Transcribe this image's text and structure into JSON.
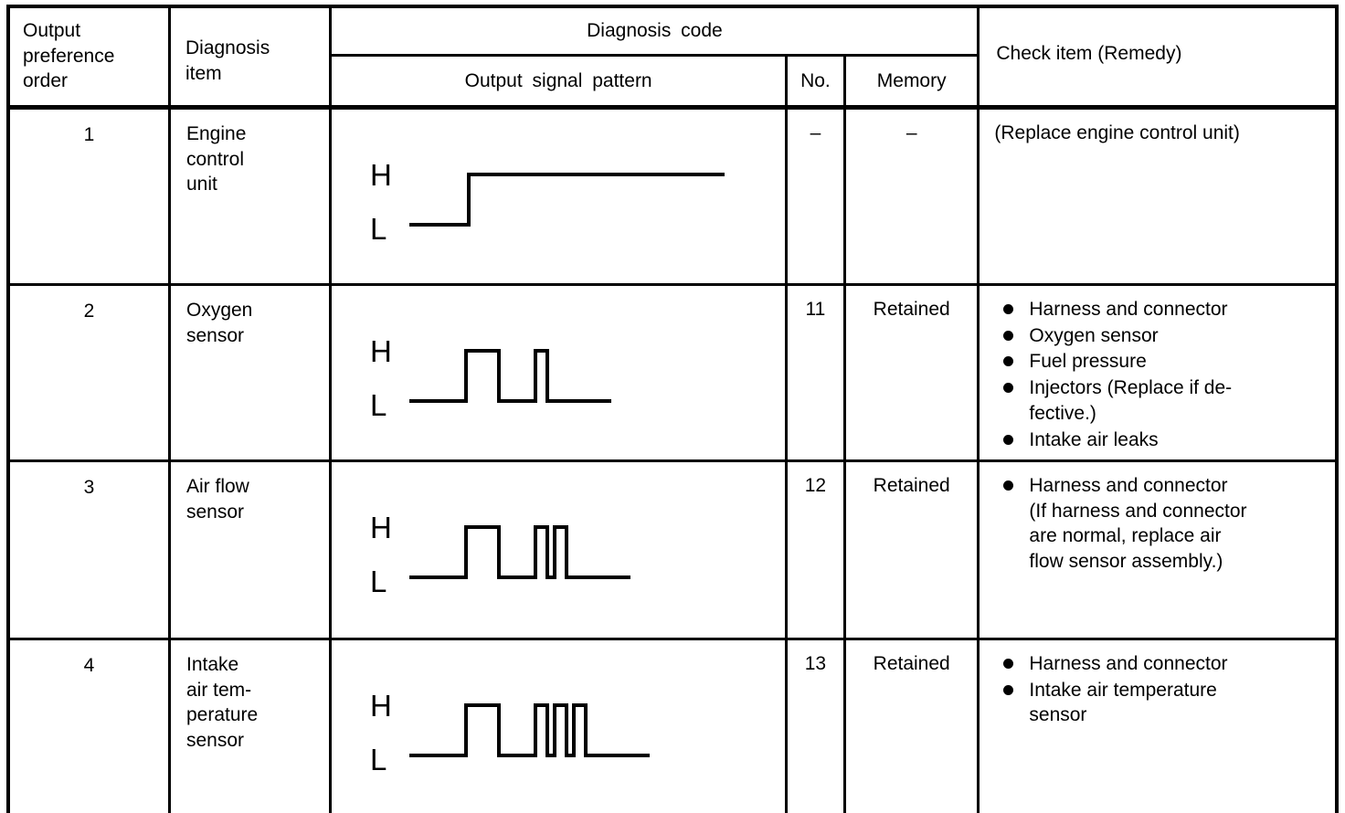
{
  "colors": {
    "paper": "#ffffff",
    "ink": "#000000"
  },
  "table": {
    "header": {
      "output_preference": "Output\npreference\norder",
      "diagnosis_item": "Diagnosis\nitem",
      "diagnosis_code": "Diagnosis code",
      "output_signal_pattern": "Output signal pattern",
      "no": "No.",
      "memory": "Memory",
      "check_item": "Check item (Remedy)"
    },
    "rows": [
      {
        "order": "1",
        "item": "Engine\ncontrol\nunit",
        "pattern": {
          "type": "step",
          "label_high": "H",
          "label_low": "L"
        },
        "no": "–",
        "memory": "–",
        "check_items": [
          {
            "bullet": false,
            "text": "(Replace engine control unit)"
          }
        ]
      },
      {
        "order": "2",
        "item": "Oxygen\nsensor",
        "pattern": {
          "type": "pulses",
          "long": 1,
          "short": 1,
          "label_high": "H",
          "label_low": "L"
        },
        "no": "11",
        "memory": "Retained",
        "check_items": [
          {
            "bullet": true,
            "text": "Harness and connector"
          },
          {
            "bullet": true,
            "text": "Oxygen sensor"
          },
          {
            "bullet": true,
            "text": "Fuel pressure"
          },
          {
            "bullet": true,
            "text": "Injectors (Replace if de-\nfective.)"
          },
          {
            "bullet": true,
            "text": "Intake air leaks"
          }
        ]
      },
      {
        "order": "3",
        "item": "Air flow\nsensor",
        "pattern": {
          "type": "pulses",
          "long": 1,
          "short": 2,
          "label_high": "H",
          "label_low": "L"
        },
        "no": "12",
        "memory": "Retained",
        "check_items": [
          {
            "bullet": true,
            "text": "Harness and connector\n(If harness and connector\nare normal, replace air\nflow sensor assembly.)"
          }
        ]
      },
      {
        "order": "4",
        "item": "Intake\nair tem-\nperature\nsensor",
        "pattern": {
          "type": "pulses",
          "long": 1,
          "short": 3,
          "label_high": "H",
          "label_low": "L"
        },
        "no": "13",
        "memory": "Retained",
        "check_items": [
          {
            "bullet": true,
            "text": "Harness and connector"
          },
          {
            "bullet": true,
            "text": "Intake air temperature\nsensor"
          }
        ]
      }
    ]
  }
}
